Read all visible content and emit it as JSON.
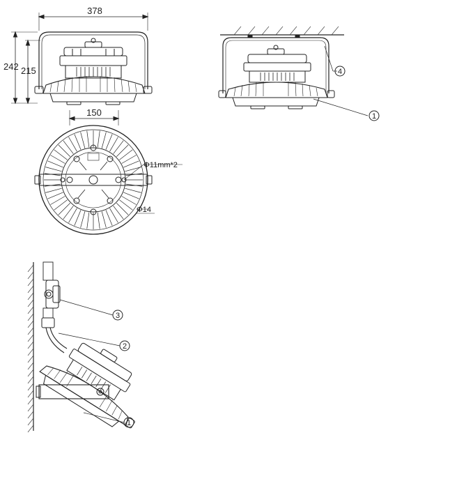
{
  "dimensions": {
    "width": "378",
    "height_overall": "242",
    "height_body": "215",
    "base_width": "150",
    "hole_spec": "Φ11mm*2",
    "hole_diameter": "Φ14"
  },
  "callouts": {
    "c1": "1",
    "c2": "2",
    "c3": "3",
    "c4": "4"
  },
  "colors": {
    "line": "#222222",
    "hatch": "#444444"
  }
}
